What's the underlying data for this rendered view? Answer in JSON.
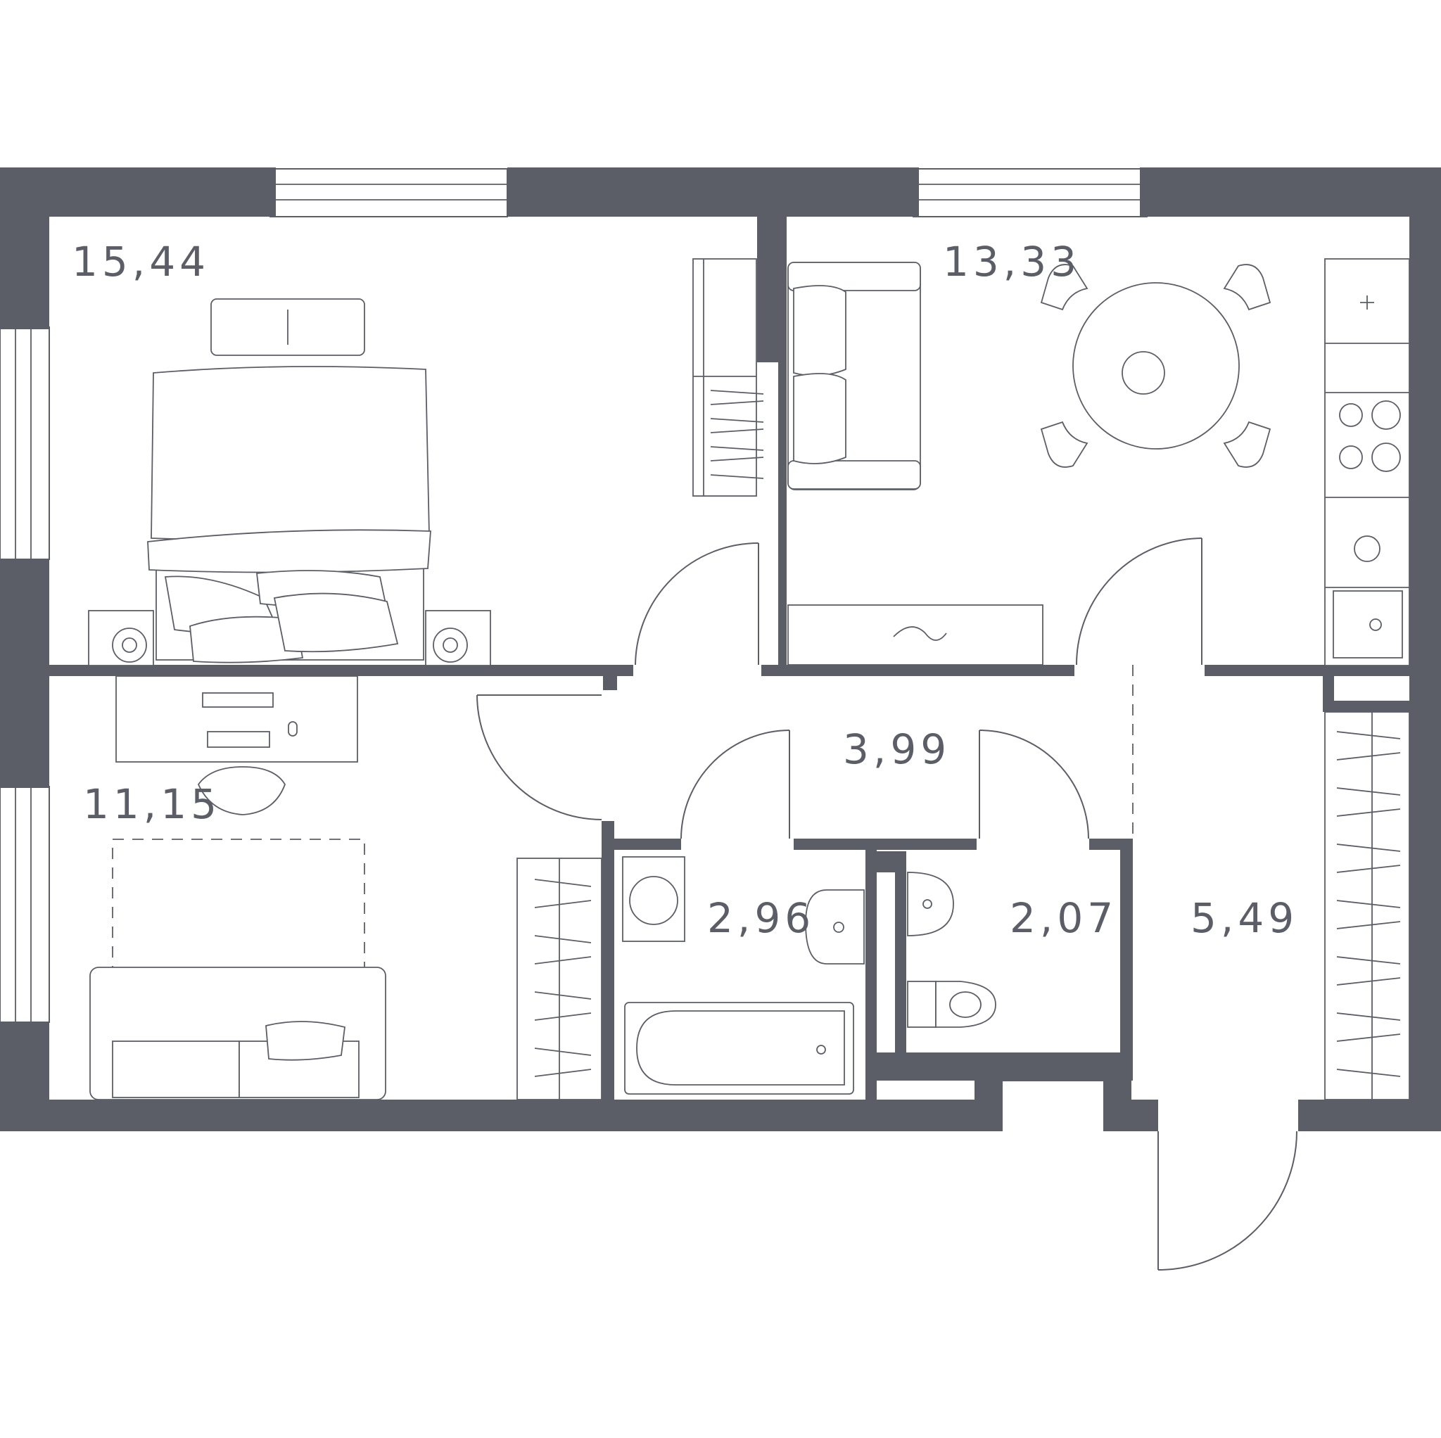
{
  "colors": {
    "wall": "#5b5e66",
    "background": "#ffffff"
  },
  "rooms": [
    {
      "id": "bedroom",
      "area": "15,44"
    },
    {
      "id": "kitchen-living",
      "area": "13,33"
    },
    {
      "id": "hallway",
      "area": "3,99"
    },
    {
      "id": "second-bedroom",
      "area": "11,15"
    },
    {
      "id": "bathroom",
      "area": "2,96"
    },
    {
      "id": "toilet",
      "area": "2,07"
    },
    {
      "id": "entrance-hall",
      "area": "5,49"
    }
  ],
  "icons": [
    "bed-icon",
    "sofa-icon",
    "dining-table-icon",
    "cooktop-icon",
    "sink-icon",
    "bathtub-icon",
    "toilet-icon",
    "washing-machine-icon",
    "desk-icon",
    "wardrobe-icon",
    "door-swing-icon",
    "window-icon"
  ]
}
